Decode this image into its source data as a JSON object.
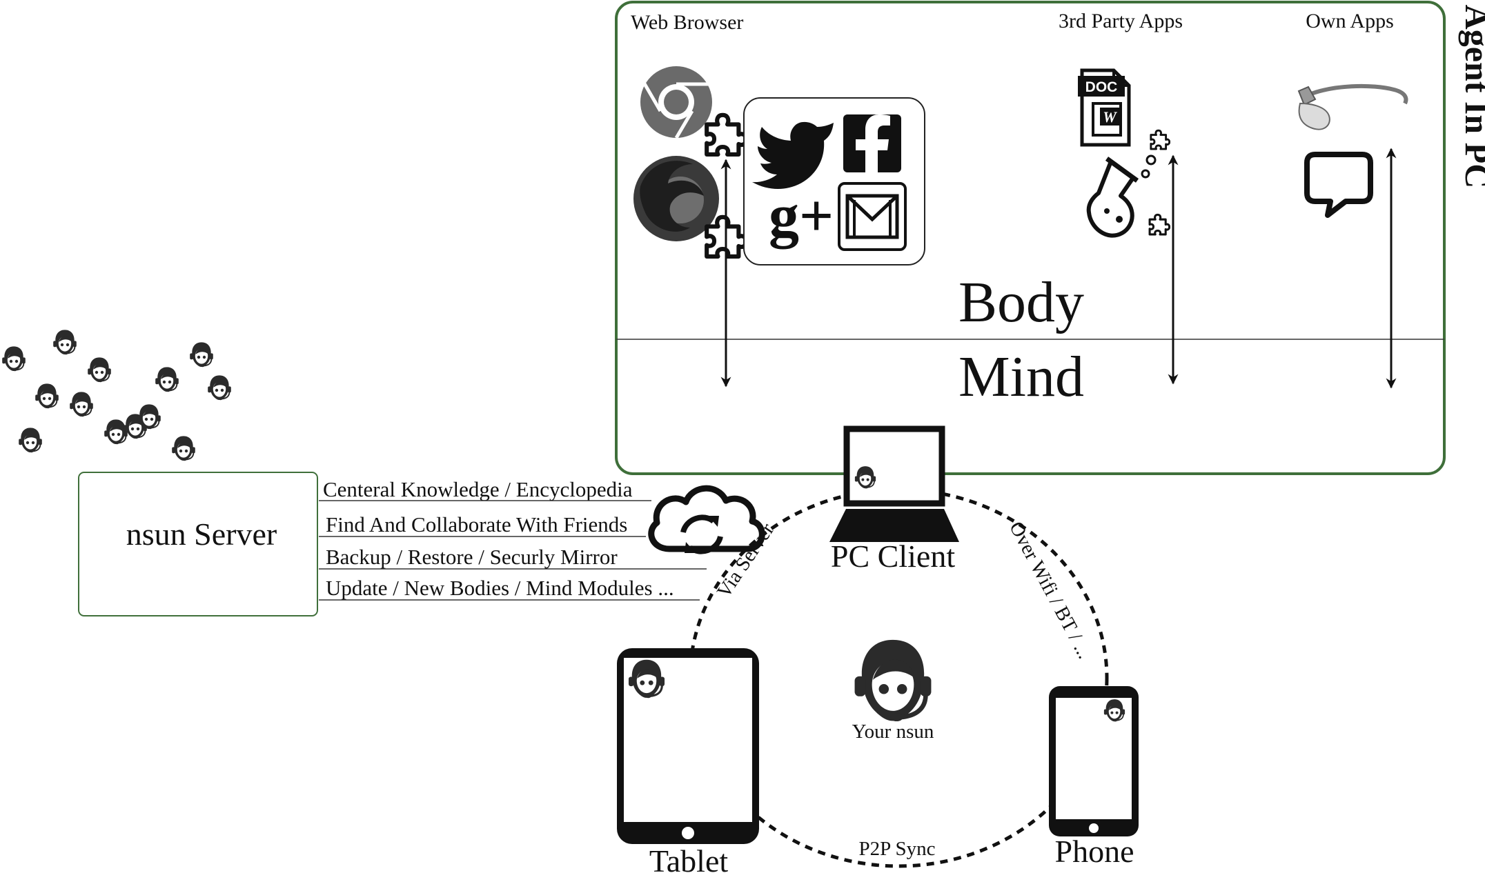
{
  "agent_box": {
    "title": "Agent In PC",
    "web_browser_label": "Web Browser",
    "third_party_label": "3rd Party Apps",
    "own_apps_label": "Own Apps",
    "body_label": "Body",
    "mind_label": "Mind",
    "border_color": "#3f6f3a"
  },
  "icons": {
    "browsers": [
      "chrome-icon",
      "firefox-icon"
    ],
    "plugins": [
      "puzzle-icon"
    ],
    "social": [
      "twitter-icon",
      "facebook-icon",
      "google-plus-icon",
      "gmail-icon"
    ],
    "third_party": [
      "doc-file-icon",
      "flask-icon"
    ],
    "own_apps": [
      "smart-glasses-icon",
      "chat-bubble-icon"
    ],
    "agents": [
      "agent-avatar-icon"
    ]
  },
  "server": {
    "name": "nsun Server",
    "border_color": "#3f6f3a",
    "services": [
      "Centeral Knowledge / Encyclopedia",
      "Find And Collaborate With Friends",
      "Backup / Restore / Securly Mirror",
      "Update / New Bodies / Mind Modules ..."
    ],
    "cloud_icon": "cloud-sync-icon"
  },
  "devices": {
    "pc": "PC Client",
    "tablet": "Tablet",
    "phone": "Phone",
    "center": "Your nsun"
  },
  "edges": {
    "pc_tablet": "Via Server",
    "pc_phone": "Over Wifi / BT / ...",
    "tablet_phone": "P2P Sync"
  }
}
